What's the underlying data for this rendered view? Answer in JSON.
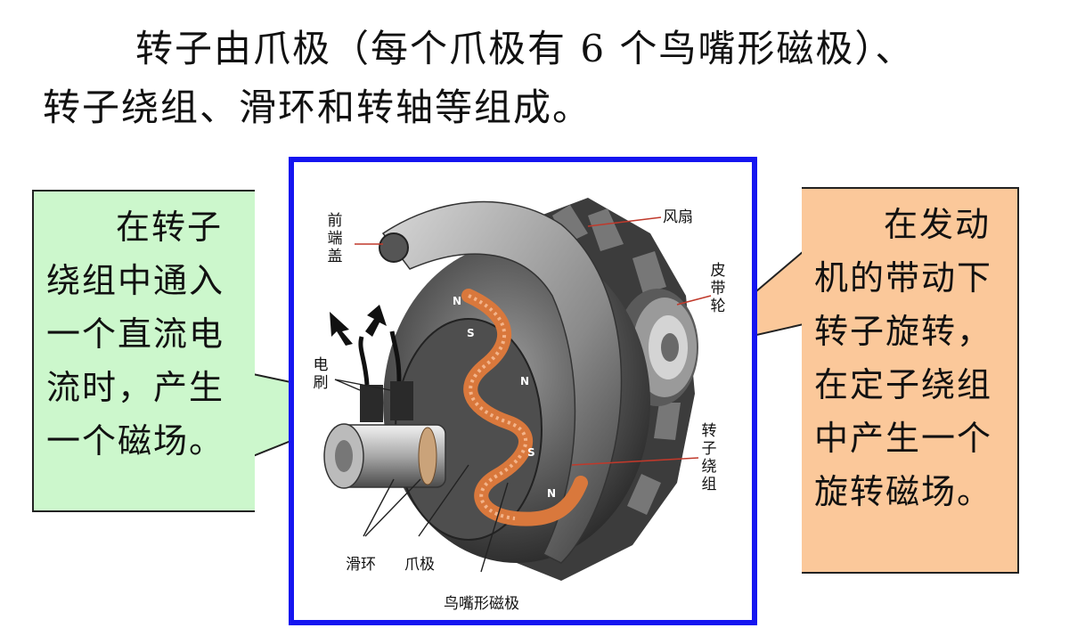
{
  "intro": {
    "line1": "转子由爪极（每个爪极有 6 个鸟嘴形磁极）、",
    "line2": "转子绕组、滑环和转轴等组成。"
  },
  "left_callout": {
    "lines": [
      "在转子",
      "绕组中通入",
      "一个直流电",
      "流时，产生",
      "一个磁场。"
    ]
  },
  "right_callout": {
    "lines": [
      "在发动",
      "机的带动下",
      "转子旋转，",
      "在定子绕组",
      "中产生一个",
      "旋转磁场。"
    ]
  },
  "figure": {
    "labels": {
      "front_cover": "前端盖",
      "fan": "风扇",
      "pulley": "皮带轮",
      "brush": "电刷",
      "rotor_winding": "转子绕组",
      "slip_ring": "滑环",
      "claw_pole": "爪极",
      "beak_pole": "鸟嘴形磁极"
    },
    "poles": [
      "N",
      "S",
      "N",
      "S",
      "N"
    ]
  },
  "colors": {
    "frame_border": "#1515f0",
    "left_callout_bg": "#ccf7cc",
    "right_callout_bg": "#fbc89a",
    "winding": "#d9783c"
  }
}
